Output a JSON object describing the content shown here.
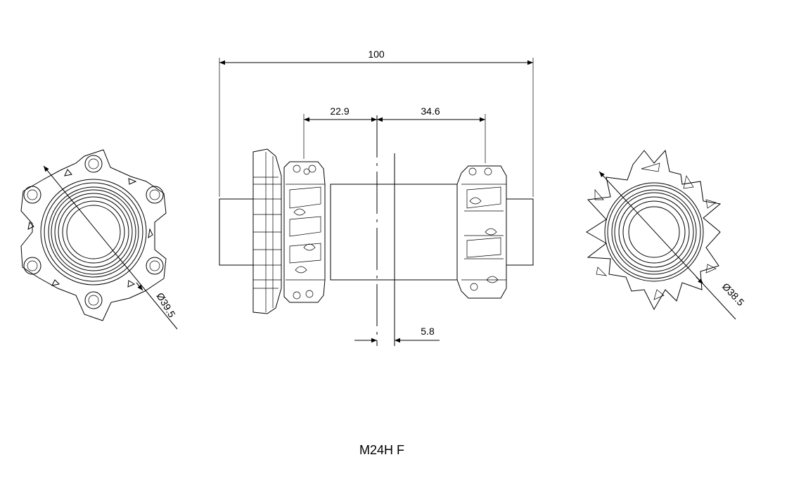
{
  "dimensions": {
    "overall_width": "100",
    "left_offset": "22.9",
    "right_offset": "34.6",
    "center_offset": "5.8",
    "left_diameter": "Ø39.5",
    "right_diameter": "Ø38.5"
  },
  "drawing_title": "M24H F",
  "colors": {
    "line": "#000000",
    "background": "#ffffff"
  }
}
